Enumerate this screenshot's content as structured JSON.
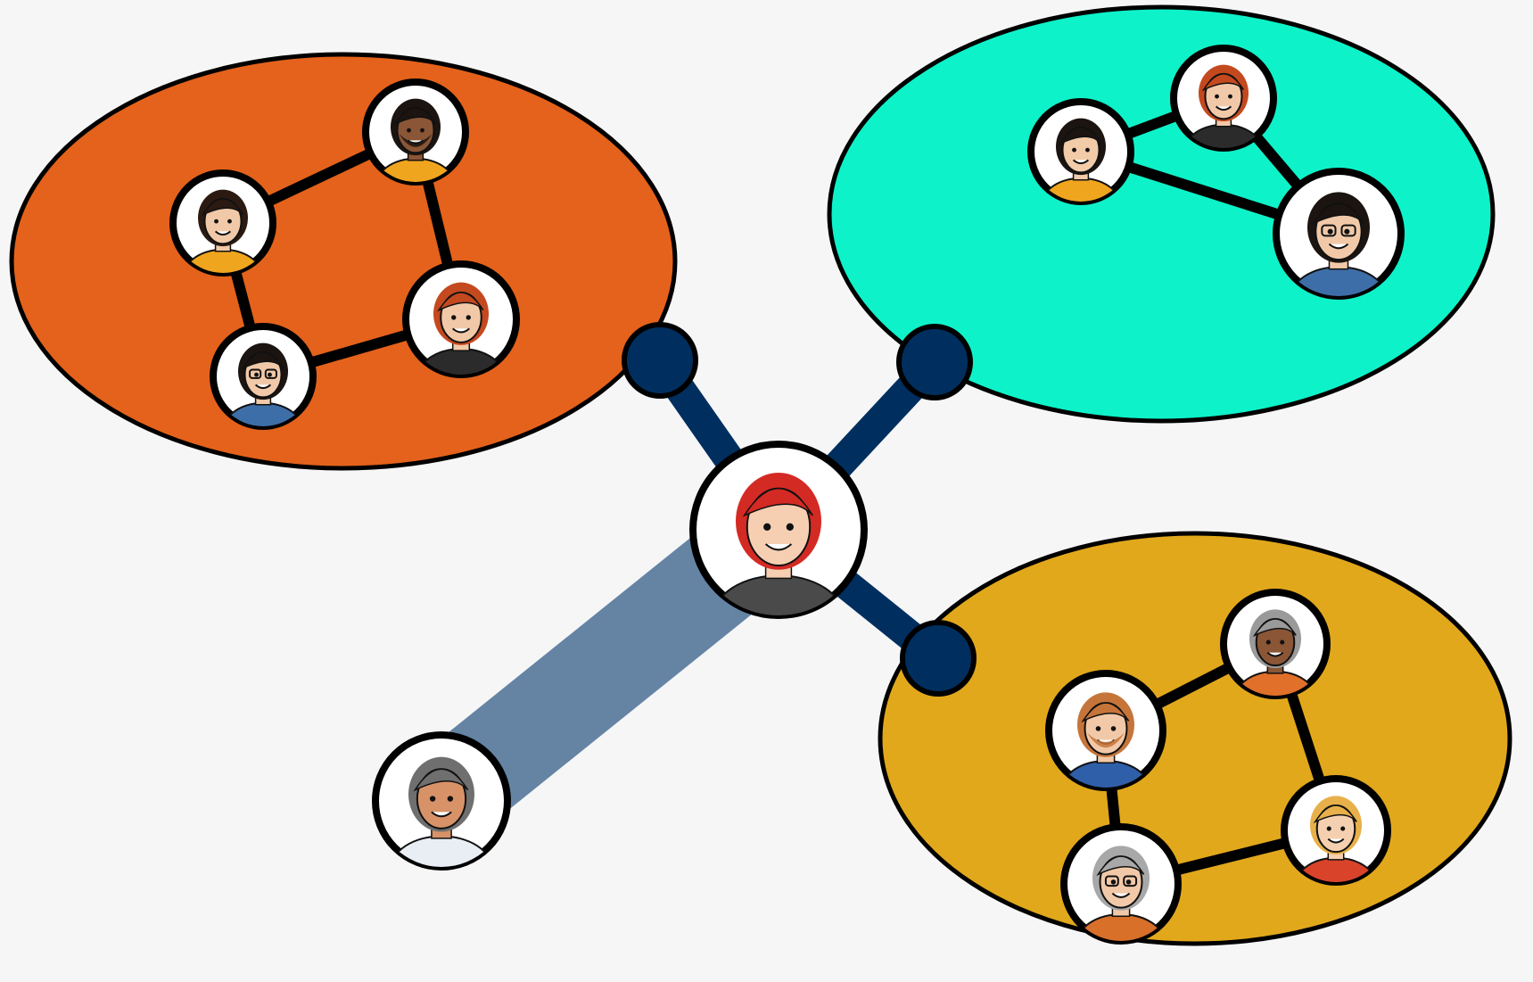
{
  "colors": {
    "background": "#f6f6f7",
    "outline": "#000000",
    "node_fill": "#ffffff",
    "connector": "#002f5f",
    "connector_faded": "#6584a4",
    "group_work": "#e4621b",
    "group_friends": "#0ef2c9",
    "group_family": "#e2a81b"
  },
  "diagram": {
    "center_person": {
      "icon": "red-haired-woman-avatar"
    },
    "outside_person": {
      "icon": "gray-haired-man-avatar",
      "link": "weak"
    },
    "groups": [
      {
        "key": "orange",
        "color": "#e4621b",
        "members": [
          {
            "icon": "woman-long-dark-hair-avatar",
            "hair": "#2b1a12",
            "skin": "#f2c9a8",
            "shirt": "#f0a51e"
          },
          {
            "icon": "bearded-man-avatar",
            "hair": "#1b1410",
            "skin": "#8a5636",
            "shirt": "#f0a51e"
          },
          {
            "icon": "man-glasses-avatar",
            "hair": "#1b1410",
            "skin": "#f2c9a8",
            "shirt": "#3d6ea8"
          },
          {
            "icon": "woman-red-hair-avatar",
            "hair": "#c4491f",
            "skin": "#f2c9a8",
            "shirt": "#2b2b2b"
          }
        ],
        "links": [
          [
            0,
            1
          ],
          [
            1,
            3
          ],
          [
            3,
            2
          ],
          [
            2,
            0
          ]
        ]
      },
      {
        "key": "teal",
        "color": "#0ef2c9",
        "members": [
          {
            "icon": "woman-red-hair-avatar",
            "hair": "#c4491f",
            "skin": "#f2c9a8",
            "shirt": "#2b2b2b"
          },
          {
            "icon": "woman-dark-hair-avatar",
            "hair": "#1b1410",
            "skin": "#f2cba8",
            "shirt": "#f0a51e"
          },
          {
            "icon": "man-glasses-avatar",
            "hair": "#1b1410",
            "skin": "#f2c9a8",
            "shirt": "#3d6ea8"
          }
        ],
        "links": [
          [
            1,
            0
          ],
          [
            0,
            2
          ],
          [
            1,
            2
          ]
        ]
      },
      {
        "key": "gold",
        "color": "#e2a81b",
        "members": [
          {
            "icon": "older-woman-gray-hair-avatar",
            "hair": "#9a9a9a",
            "skin": "#8a5636",
            "shirt": "#e0702a"
          },
          {
            "icon": "bearded-man-avatar",
            "hair": "#c6753a",
            "skin": "#f2c9a8",
            "shirt": "#2f5fa8"
          },
          {
            "icon": "blonde-woman-avatar",
            "hair": "#e8b04a",
            "skin": "#f5d0b0",
            "shirt": "#d8432a"
          },
          {
            "icon": "older-woman-glasses-avatar",
            "hair": "#a8a8a8",
            "skin": "#f2c9a8",
            "shirt": "#d8702a"
          }
        ],
        "links": [
          [
            1,
            0
          ],
          [
            0,
            2
          ],
          [
            2,
            3
          ],
          [
            3,
            1
          ]
        ]
      }
    ]
  }
}
